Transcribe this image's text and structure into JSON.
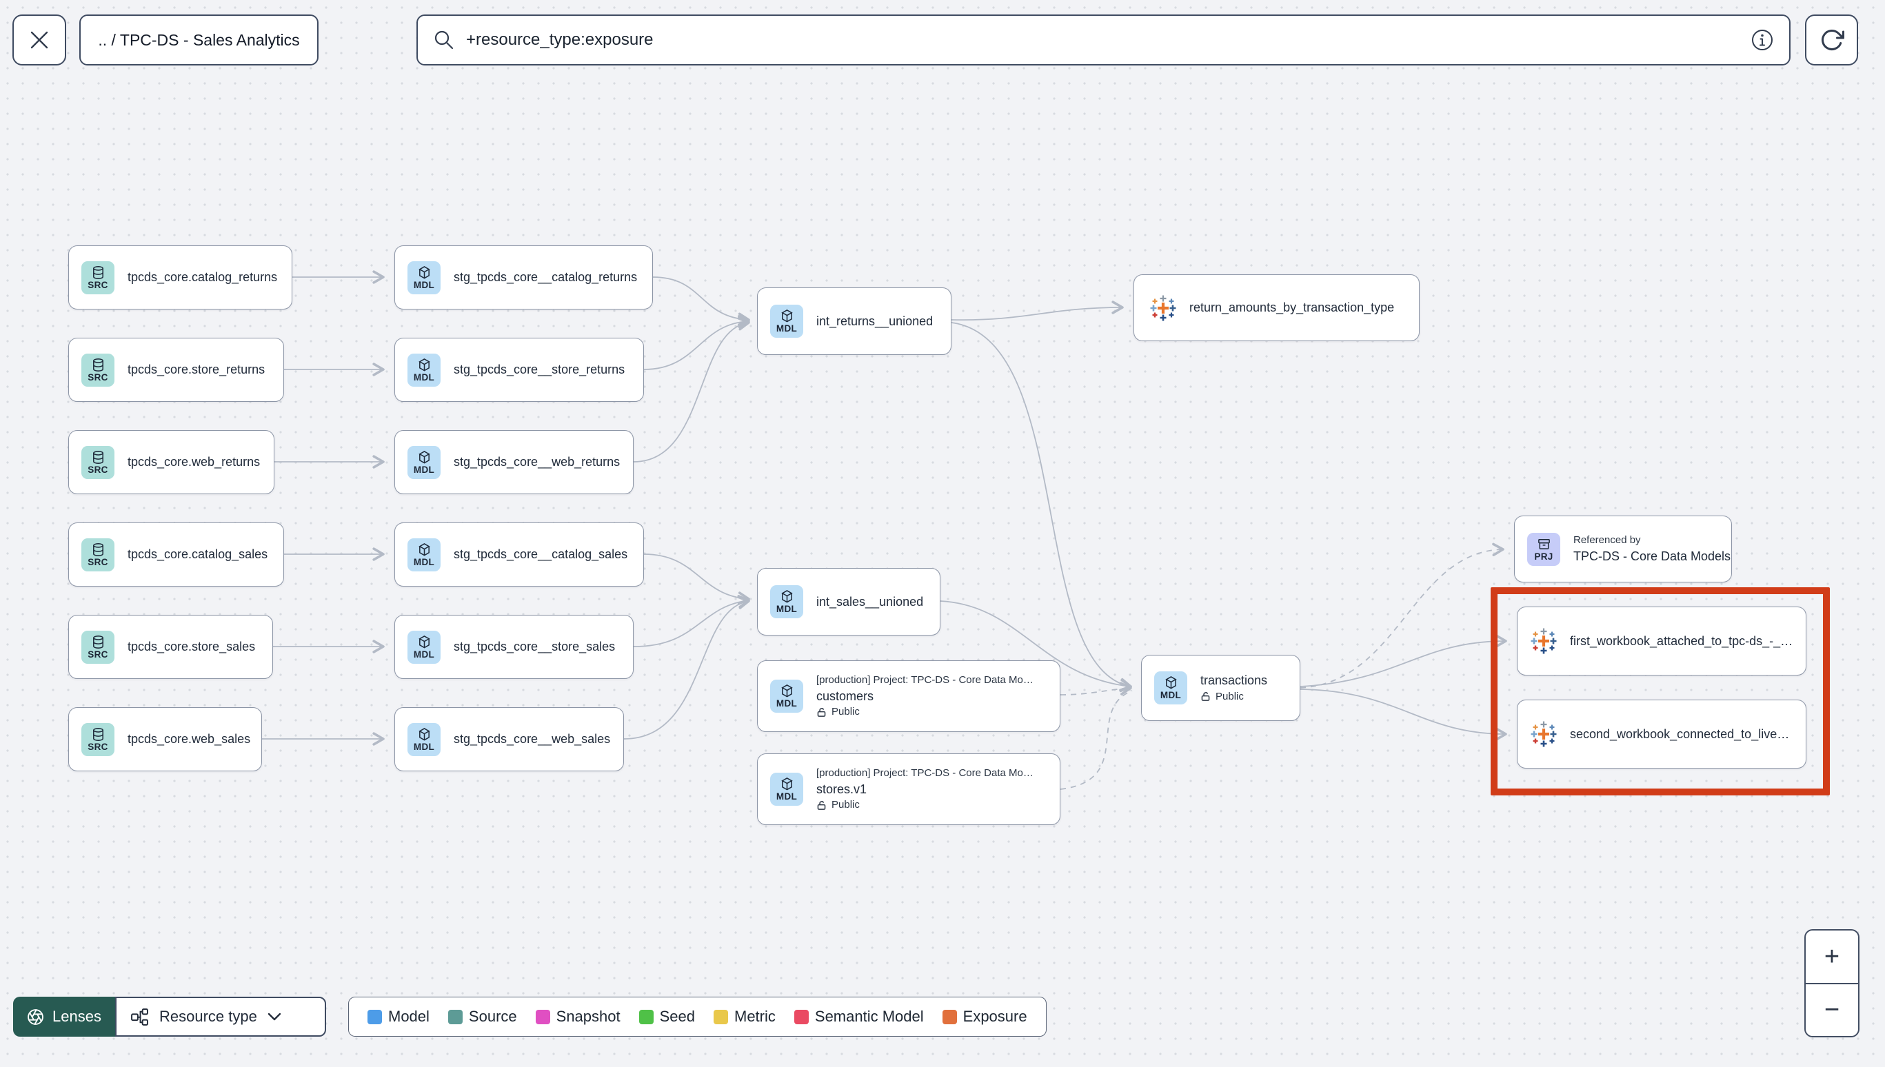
{
  "topbar": {
    "breadcrumb": ".. / TPC-DS - Sales Analytics",
    "search_value": "+resource_type:exposure"
  },
  "nodes": {
    "s1": {
      "badge": "SRC",
      "title": "tpcds_core.catalog_returns"
    },
    "s2": {
      "badge": "SRC",
      "title": "tpcds_core.store_returns"
    },
    "s3": {
      "badge": "SRC",
      "title": "tpcds_core.web_returns"
    },
    "s4": {
      "badge": "SRC",
      "title": "tpcds_core.catalog_sales"
    },
    "s5": {
      "badge": "SRC",
      "title": "tpcds_core.store_sales"
    },
    "s6": {
      "badge": "SRC",
      "title": "tpcds_core.web_sales"
    },
    "t1": {
      "badge": "MDL",
      "title": "stg_tpcds_core__catalog_returns"
    },
    "t2": {
      "badge": "MDL",
      "title": "stg_tpcds_core__store_returns"
    },
    "t3": {
      "badge": "MDL",
      "title": "stg_tpcds_core__web_returns"
    },
    "t4": {
      "badge": "MDL",
      "title": "stg_tpcds_core__catalog_sales"
    },
    "t5": {
      "badge": "MDL",
      "title": "stg_tpcds_core__store_sales"
    },
    "t6": {
      "badge": "MDL",
      "title": "stg_tpcds_core__web_sales"
    },
    "ir": {
      "badge": "MDL",
      "title": "int_returns__unioned"
    },
    "is": {
      "badge": "MDL",
      "title": "int_sales__unioned"
    },
    "cu": {
      "badge": "MDL",
      "project": "[production] Project: TPC-DS - Core Data Mo…",
      "title": "customers",
      "access": "Public"
    },
    "st": {
      "badge": "MDL",
      "project": "[production] Project: TPC-DS - Core Data Mo…",
      "title": "stores.v1",
      "access": "Public"
    },
    "tr": {
      "badge": "MDL",
      "title": "transactions",
      "access": "Public"
    },
    "ex1": {
      "title": "return_amounts_by_transaction_type"
    },
    "rf": {
      "badge": "PRJ",
      "label": "Referenced by",
      "title": "TPC-DS - Core Data Models"
    },
    "wb1": {
      "title": "first_workbook_attached_to_tpc-ds_-_…"
    },
    "wb2": {
      "title": "second_workbook_connected_to_live…"
    }
  },
  "legend": {
    "items": [
      {
        "label": "Model",
        "color": "#4d9ce8"
      },
      {
        "label": "Source",
        "color": "#5d9b96"
      },
      {
        "label": "Snapshot",
        "color": "#e04fc2"
      },
      {
        "label": "Seed",
        "color": "#4fc147"
      },
      {
        "label": "Metric",
        "color": "#e9c84b"
      },
      {
        "label": "Semantic Model",
        "color": "#ea4a62"
      },
      {
        "label": "Exposure",
        "color": "#e1703c"
      }
    ]
  },
  "bottombar": {
    "lenses": "Lenses",
    "resource_type": "Resource type"
  },
  "zoom_controls": {
    "zoom_in": "+",
    "zoom_out": "−"
  },
  "colors": {
    "highlight_red": "#d13c18",
    "src_badge": "#aedfdb",
    "mdl_badge": "#bcdef6",
    "prj_badge": "#c6ccf8",
    "edge": "#b3bac6",
    "lenses_bg": "#275a52",
    "canvas_bg": "#f2f3f6"
  },
  "icons": {
    "close": "close-icon",
    "search": "search-icon",
    "info": "info-icon",
    "refresh": "refresh-icon",
    "database": "database-icon",
    "cube": "cube-icon",
    "archive": "project-archive-icon",
    "tableau": "tableau-icon",
    "unlock": "unlock-icon",
    "aperture": "lenses-aperture-icon",
    "sitemap": "resource-type-icon",
    "chevron": "chevron-down-icon"
  }
}
